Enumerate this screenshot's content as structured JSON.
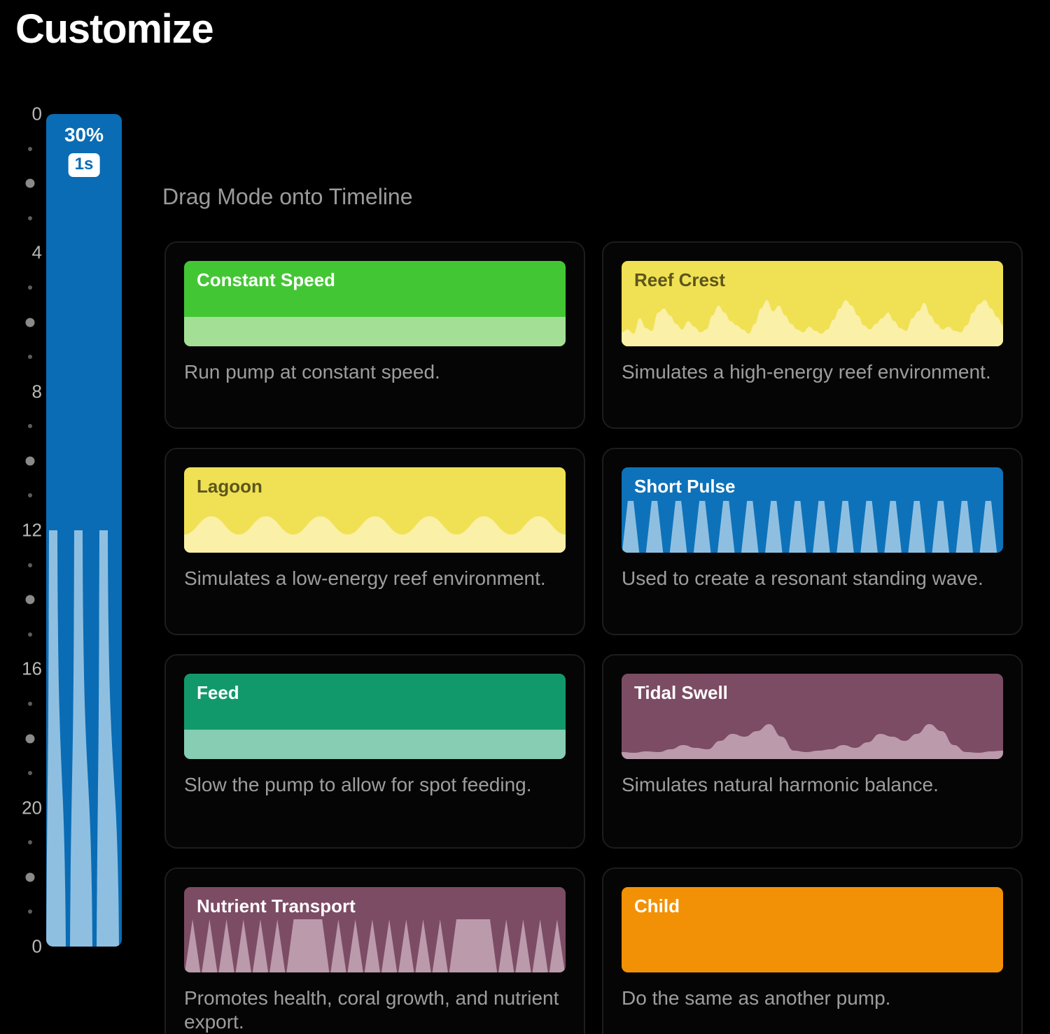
{
  "header": {
    "title": "Customize"
  },
  "timeline": {
    "ruler_labels": [
      "0",
      "4",
      "8",
      "12",
      "16",
      "20",
      "0"
    ],
    "current_speed": "30%",
    "ramp_time": "1s",
    "track_color": "#0a6cb4",
    "wave_color": "#8fbfe0",
    "badge_bg": "#ffffff",
    "badge_text_color": "#0a6cb4"
  },
  "main": {
    "section_heading": "Drag Mode onto Timeline",
    "modes": [
      {
        "name": "Constant Speed",
        "description": "Run pump at constant speed.",
        "color": "#43c634",
        "accent": "#a3e096",
        "title_color": "#ffffff",
        "pattern": "flat-band"
      },
      {
        "name": "Reef Crest",
        "description": "Simulates a high-energy reef environment.",
        "color": "#f0e154",
        "accent": "#faf0a8",
        "title_color": "#5c561d",
        "pattern": "noisy-crest"
      },
      {
        "name": "Lagoon",
        "description": "Simulates a low-energy reef environment.",
        "color": "#f0e154",
        "accent": "#faf0a8",
        "title_color": "#5c561d",
        "pattern": "smooth-wave"
      },
      {
        "name": "Short Pulse",
        "description": "Used to create a resonant standing wave.",
        "color": "#0d72b9",
        "accent": "#8fbfe0",
        "title_color": "#ffffff",
        "pattern": "pulse-spikes"
      },
      {
        "name": "Feed",
        "description": "Slow the pump to allow for spot feeding.",
        "color": "#12996b",
        "accent": "#86cdb4",
        "title_color": "#ffffff",
        "pattern": "flat-band"
      },
      {
        "name": "Tidal Swell",
        "description": "Simulates natural harmonic balance.",
        "color": "#7c4c64",
        "accent": "#bb9aac",
        "title_color": "#ffffff",
        "pattern": "swell-wave"
      },
      {
        "name": "Nutrient Transport",
        "description": "Promotes health, coral growth, and nutrient export.",
        "color": "#7c4c64",
        "accent": "#bb9aac",
        "title_color": "#ffffff",
        "pattern": "spike-plateau"
      },
      {
        "name": "Child",
        "description": "Do the same as another pump.",
        "color": "#f29105",
        "accent": "#f29105",
        "title_color": "#ffffff",
        "pattern": "solid"
      }
    ]
  }
}
